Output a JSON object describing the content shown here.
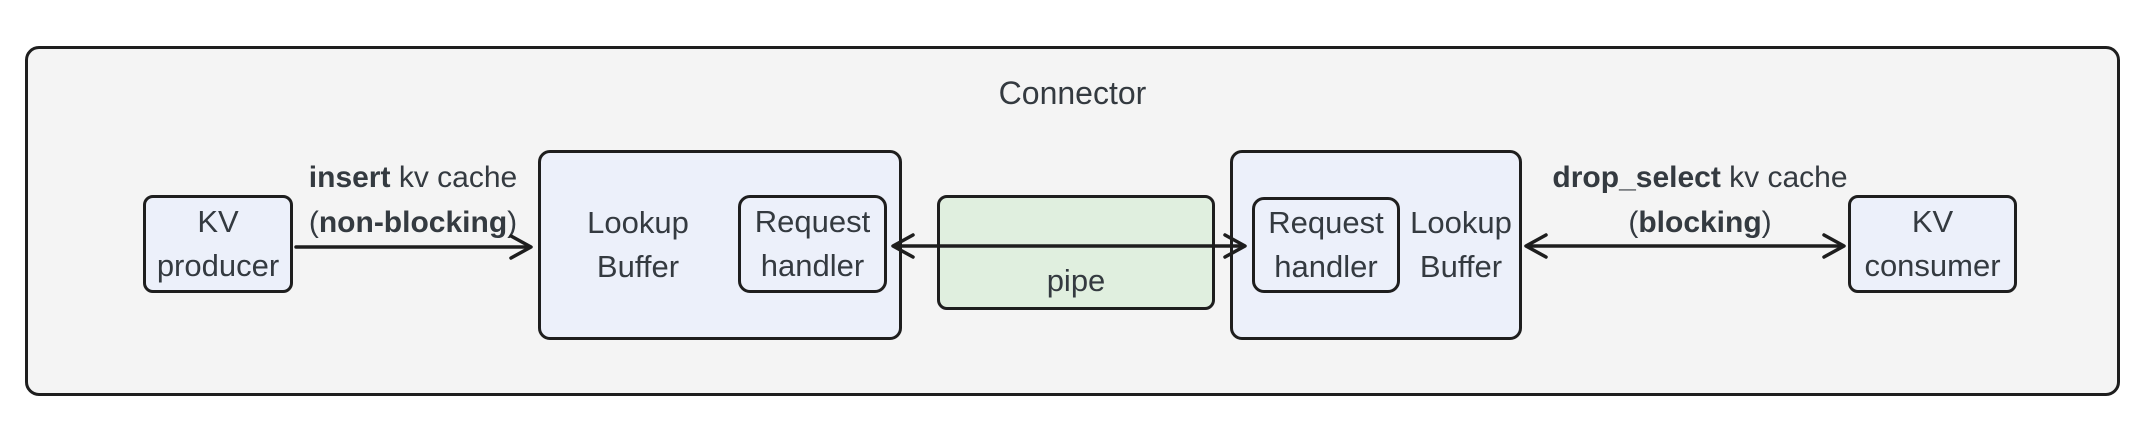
{
  "title": "Connector",
  "colors": {
    "canvas_bg": "#ffffff",
    "connector_fill": "#f4f4f4",
    "node_fill": "#ecf0fa",
    "pipe_fill": "#e0efdf",
    "stroke": "#1e1e1e",
    "text": "#343a40"
  },
  "nodes": {
    "kv_producer": "KV\nproducer",
    "lookup_buffer_left": "Lookup\nBuffer",
    "request_handler_left": "Request\nhandler",
    "pipe": "pipe",
    "request_handler_right": "Request\nhandler",
    "lookup_buffer_right": "Lookup\nBuffer",
    "kv_consumer": "KV\nconsumer"
  },
  "edges": {
    "insert": {
      "line1_bold": "insert",
      "line1_rest": " kv cache",
      "line2_pre": "(",
      "line2_bold": "non-blocking",
      "line2_post": ")"
    },
    "drop_select": {
      "line1_bold": "drop_select",
      "line1_rest": " kv cache",
      "line2_pre": "(",
      "line2_bold": "blocking",
      "line2_post": ")"
    }
  }
}
